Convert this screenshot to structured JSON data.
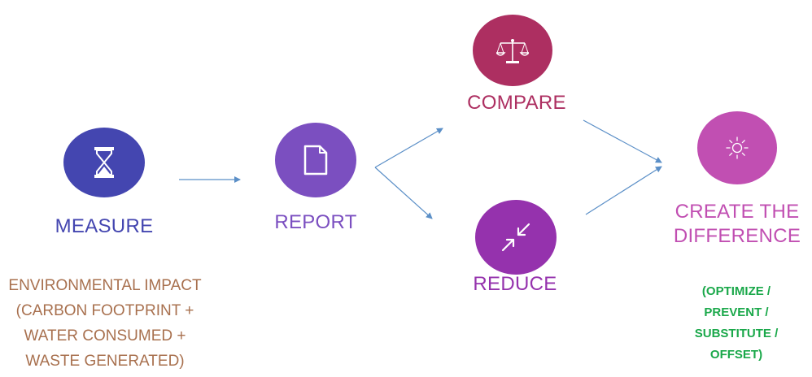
{
  "colors": {
    "measure": "#4446b0",
    "report": "#7b4fc0",
    "compare": "#ad2f61",
    "reduce": "#9532ad",
    "create": "#c14fb2",
    "arrow": "#5b8fc7",
    "impact_text": "#a8704e",
    "options_text": "#1aa84a"
  },
  "steps": {
    "measure": {
      "label": "MEASURE",
      "icon": "hourglass-icon"
    },
    "report": {
      "label": "REPORT",
      "icon": "document-icon"
    },
    "compare": {
      "label": "COMPARE",
      "icon": "scales-icon"
    },
    "reduce": {
      "label": "REDUCE",
      "icon": "compress-arrows-icon"
    },
    "create": {
      "label_lines": [
        "CREATE THE",
        "DIFFERENCE"
      ],
      "icon": "sun-icon"
    }
  },
  "measure_description": [
    "ENVIRONMENTAL IMPACT",
    "(CARBON FOOTPRINT +",
    "WATER CONSUMED  +",
    "WASTE GENERATED)"
  ],
  "create_options": [
    "(OPTIMIZE /",
    "PREVENT /",
    "SUBSTITUTE /",
    "OFFSET)"
  ]
}
